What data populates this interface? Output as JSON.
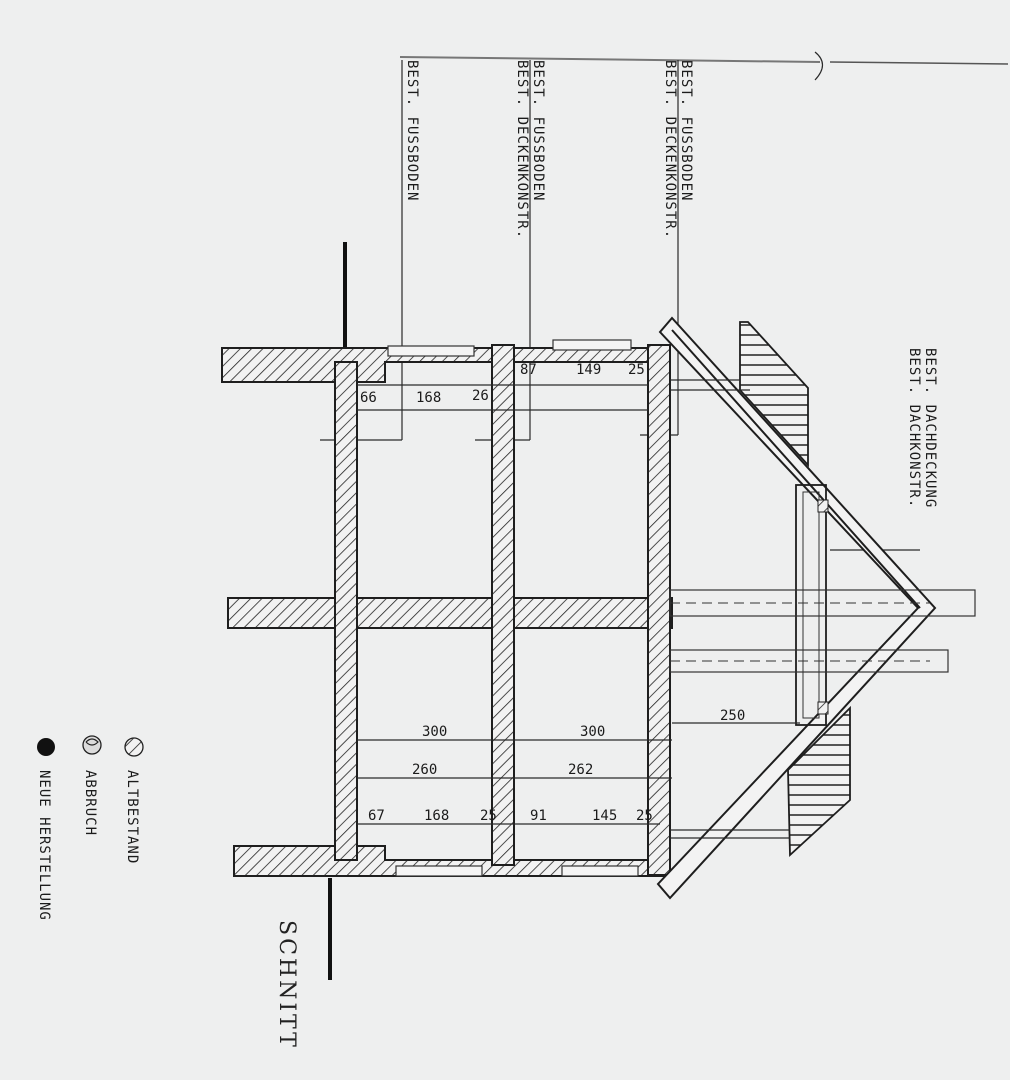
{
  "title": "SCHNITT",
  "annotations": {
    "fussboden_1": "BEST. FUSSBODEN",
    "fussboden_2": "BEST. FUSSBODEN",
    "decken_2": "BEST. DECKENKONSTR.",
    "fussboden_3": "BEST. FUSSBODEN",
    "decken_3": "BEST. DECKENKONSTR.",
    "dachdeckung": "BEST. DACHDECKUNG",
    "dachkonstr": "BEST. DACHKONSTR."
  },
  "dimensions": {
    "top_left_1": "66",
    "top_left_2": "168",
    "top_left_3": "26",
    "top_right_1": "87",
    "top_right_2": "149",
    "top_right_3": "25",
    "span_left": "300",
    "span_right": "300",
    "inner_left": "260",
    "inner_right": "262",
    "bottom_left_1": "67",
    "bottom_left_2": "168",
    "bottom_left_3": "25",
    "bottom_right_1": "91",
    "bottom_right_2": "145",
    "bottom_right_3": "25",
    "roof": "250"
  },
  "legend": {
    "altbestand": "ALTBESTAND",
    "abbruch": "ABBRUCH",
    "neue_herstellung": "NEUE HERSTELLUNG"
  }
}
